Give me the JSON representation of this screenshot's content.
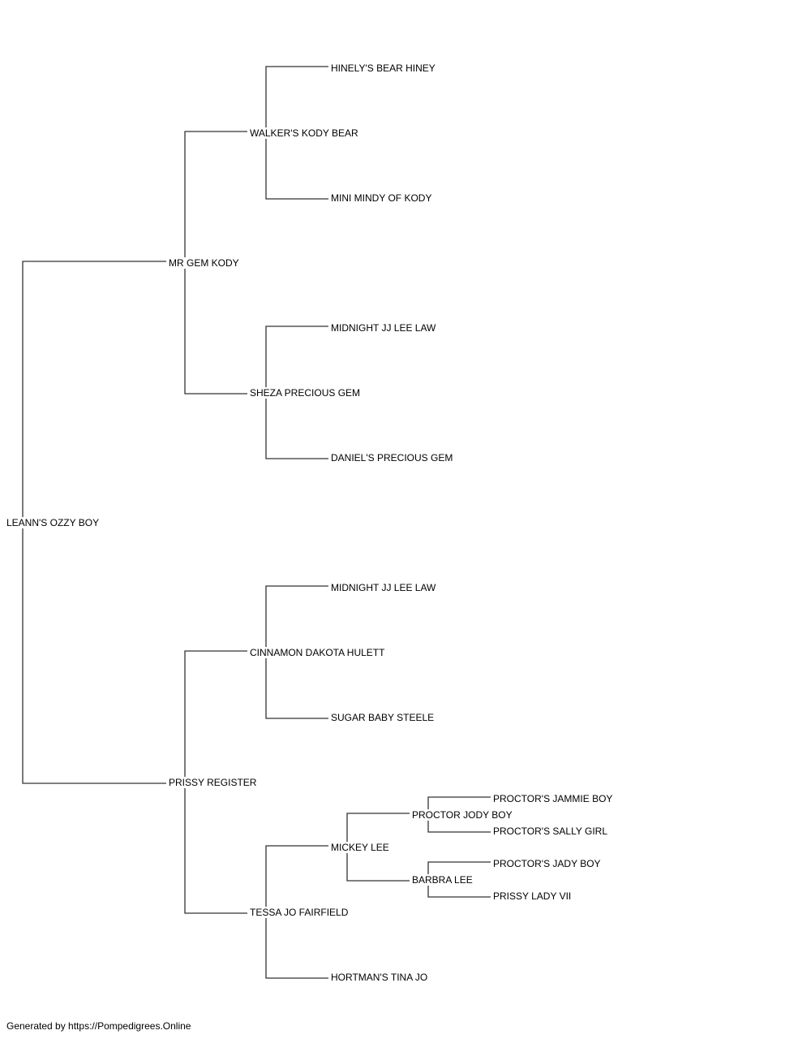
{
  "line_color": "#333333",
  "text_color": "#000000",
  "pedigree": {
    "subject": "LEANN'S OZZY BOY",
    "sire": "MR GEM KODY",
    "sire_sire": "WALKER'S KODY BEAR",
    "sire_sire_sire": "HINELY'S BEAR HINEY",
    "sire_sire_dam": "MINI MINDY OF KODY",
    "sire_dam": "SHEZA PRECIOUS GEM",
    "sire_dam_sire": "MIDNIGHT JJ LEE LAW",
    "sire_dam_dam": "DANIEL'S PRECIOUS GEM",
    "dam": "PRISSY REGISTER",
    "dam_sire": "CINNAMON DAKOTA HULETT",
    "dam_sire_sire": "MIDNIGHT JJ LEE LAW",
    "dam_sire_dam": "SUGAR BABY STEELE",
    "dam_dam": "TESSA JO FAIRFIELD",
    "dam_dam_sire": "MICKEY LEE",
    "dam_dam_sire_sire": "PROCTOR JODY BOY",
    "dam_dam_sire_sire_sire": "PROCTOR'S JAMMIE BOY",
    "dam_dam_sire_sire_dam": "PROCTOR'S SALLY GIRL",
    "dam_dam_sire_dam": "BARBRA LEE",
    "dam_dam_sire_dam_sire": "PROCTOR'S JADY BOY",
    "dam_dam_sire_dam_dam": "PRISSY LADY VII",
    "dam_dam_dam": "HORTMAN'S TINA JO"
  },
  "footer": {
    "text": "Generated by https://Pompedigrees.Online"
  }
}
